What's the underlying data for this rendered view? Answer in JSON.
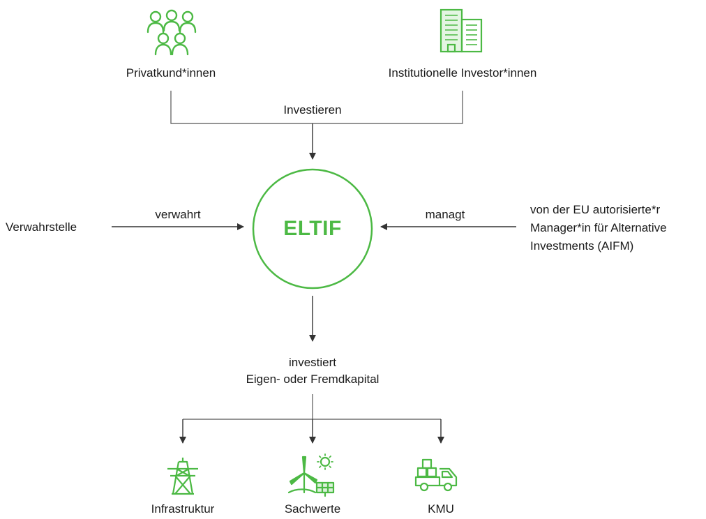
{
  "nodes": {
    "private": "Privatkund*innen",
    "institutional": "Institutionelle Investor*innen",
    "invest_label": "Investieren",
    "center": "ELTIF",
    "custodian": "Verwahrstelle",
    "custody_label": "verwahrt",
    "manage_label": "managt",
    "manager_lines": [
      "von der EU autorisierte*r",
      "Manager*in für Alternative",
      "Investments (AIFM)"
    ],
    "invests_lines": [
      "investiert",
      "Eigen- oder Fremdkapital"
    ],
    "targets": [
      "Infrastruktur",
      "Sachwerte",
      "KMU"
    ]
  },
  "colors": {
    "accent": "#4cb944",
    "line": "#333333",
    "text": "#1a1a1a"
  },
  "icons": [
    "people-icon",
    "office-building-icon",
    "power-pylon-icon",
    "wind-solar-icon",
    "delivery-truck-icon"
  ]
}
